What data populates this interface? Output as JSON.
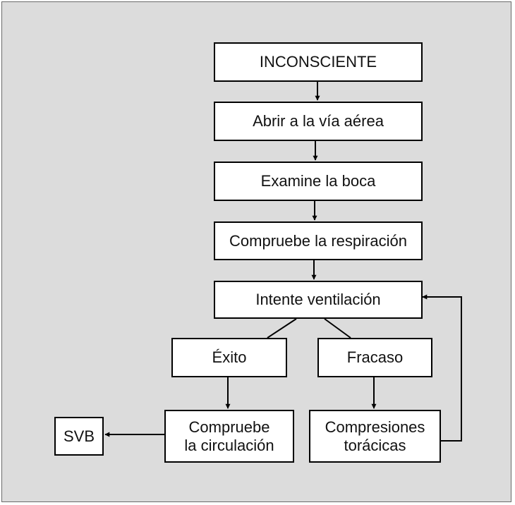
{
  "flowchart": {
    "nodes": {
      "unconscious": "INCONSCIENTE",
      "open_airway": "Abrir a la vía aérea",
      "check_mouth": "Examine la boca",
      "check_breathing": "Compruebe la respiración",
      "attempt_ventilation": "Intente ventilación",
      "success": "Éxito",
      "failure": "Fracaso",
      "check_circulation": "Compruebe\nla circulación",
      "chest_compressions": "Compresiones\ntorácicas",
      "svb": "SVB"
    }
  }
}
